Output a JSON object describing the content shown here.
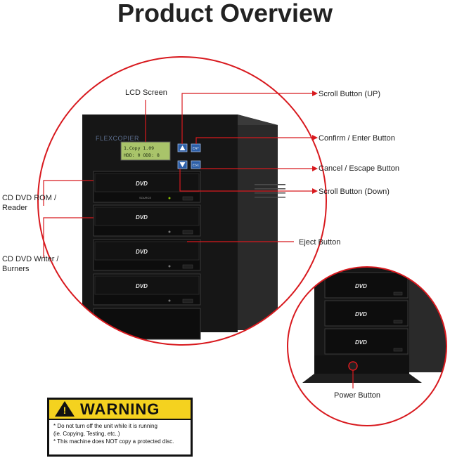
{
  "title": "Product Overview",
  "labels": {
    "lcd_screen": "LCD Screen",
    "scroll_up": "Scroll Button (UP)",
    "confirm_enter": "Confirm / Enter Button",
    "cancel_escape": "Cancel / Escape Button",
    "scroll_down": "Scroll Button (Down)",
    "reader": "CD DVD ROM / Reader",
    "writers": "CD DVD Writer / Burners",
    "eject": "Eject Button",
    "power": "Power Button"
  },
  "device": {
    "brand": "FLEXCOPIER",
    "lcd_line1": "1.Copy      1.09",
    "lcd_line2": "HDD: 0 ODD: 8",
    "enter_key": "ENT",
    "escape_key": "ESC",
    "drive_logo": "DVD",
    "source_label": "SOURCE"
  },
  "warning": {
    "heading": "WARNING",
    "lines": [
      "* Do not turn off the unit while it is running",
      "(ie. Copying, Testing, etc..)",
      "* This machine does NOT copy a protected disc."
    ]
  },
  "colors": {
    "circle": "#d8191e",
    "callout_line": "#d8191e",
    "lcd": "#a9c46a",
    "key_blue": "#2c5fa8",
    "warning_yellow": "#f4d21f"
  }
}
